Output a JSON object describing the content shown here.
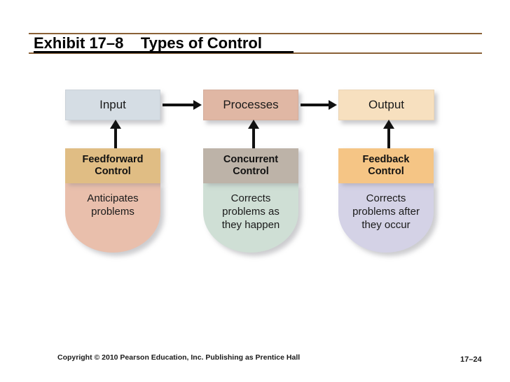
{
  "slide": {
    "title": "Exhibit 17–8    Types of Control",
    "accent_rule_color": "#8a6136",
    "background": "#ffffff"
  },
  "diagram": {
    "flow_boxes": [
      {
        "label": "Input",
        "color": "#d5dde4"
      },
      {
        "label": "Processes",
        "color": "#e0b7a4"
      },
      {
        "label": "Output",
        "color": "#f7e0bf"
      }
    ],
    "arrows": {
      "horizontal": [
        "input-to-processes",
        "processes-to-output"
      ],
      "vertical": [
        "feedforward-to-input",
        "concurrent-to-processes",
        "feedback-to-output"
      ]
    },
    "controls": [
      {
        "title": "Feedforward\nControl",
        "title_line1": "Feedforward",
        "title_line2": "Control",
        "description": "Anticipates problems",
        "description_line1": "Anticipates",
        "description_line2": "problems",
        "head_color": "#e0bd84",
        "body_color": "#e9bfac"
      },
      {
        "title": "Concurrent\nControl",
        "title_line1": "Concurrent",
        "title_line2": "Control",
        "description": "Corrects problems as they happen",
        "description_line1": "Corrects",
        "description_line2": "problems as",
        "description_line3": "they happen",
        "head_color": "#bdb3a8",
        "body_color": "#cfdfd5"
      },
      {
        "title": "Feedback\nControl",
        "title_line1": "Feedback",
        "title_line2": "Control",
        "description": "Corrects problems after they occur",
        "description_line1": "Corrects",
        "description_line2": "problems after",
        "description_line3": "they occur",
        "head_color": "#f5c585",
        "body_color": "#d4d2e6"
      }
    ]
  },
  "footer": {
    "copyright": "Copyright © 2010 Pearson Education, Inc. Publishing as Prentice Hall",
    "page_number": "17–24"
  }
}
